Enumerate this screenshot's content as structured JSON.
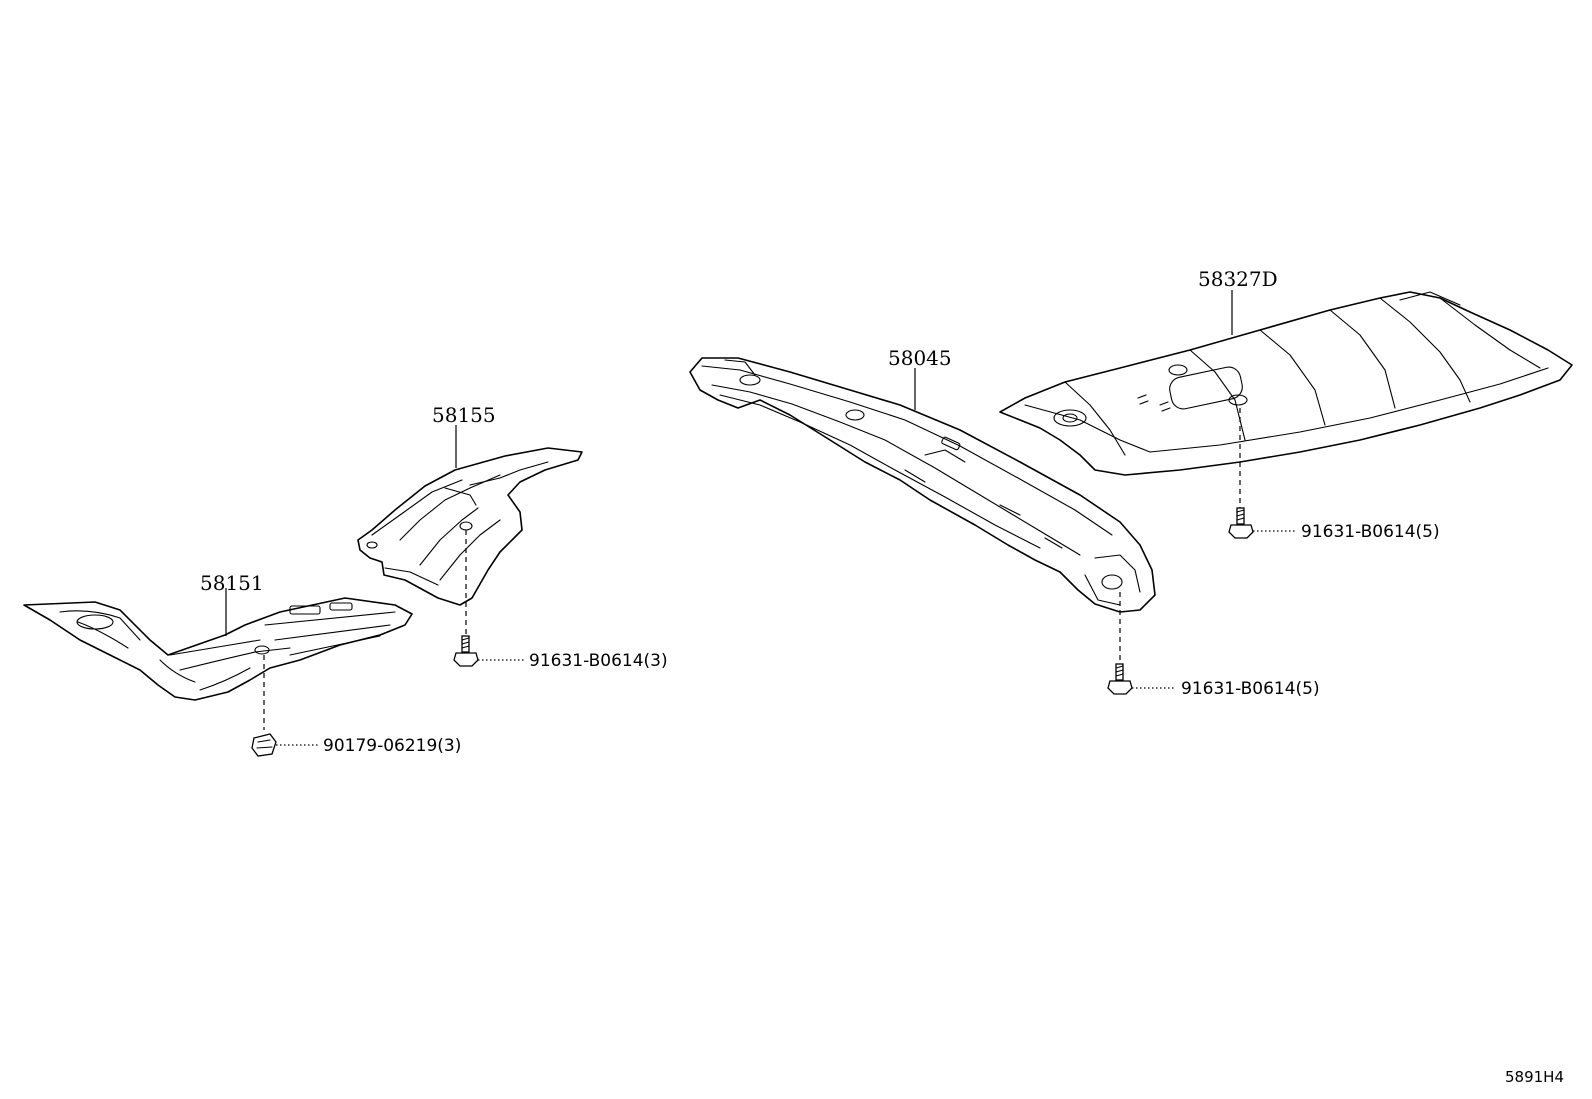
{
  "labels": {
    "part_58151": "58151",
    "part_58155": "58155",
    "part_58045": "58045",
    "part_58327d": "58327D",
    "clip_90179": "90179-06219(3)",
    "bolt_58155": "91631-B0614(3)",
    "bolt_58045": "91631-B0614(5)",
    "bolt_58327d": "91631-B0614(5)"
  },
  "diagram_ref": "5891H4",
  "icons": {
    "clip": "clip-nut-icon",
    "bolt": "flange-bolt-icon"
  },
  "colors": {
    "line": "#000000",
    "background": "#ffffff"
  }
}
